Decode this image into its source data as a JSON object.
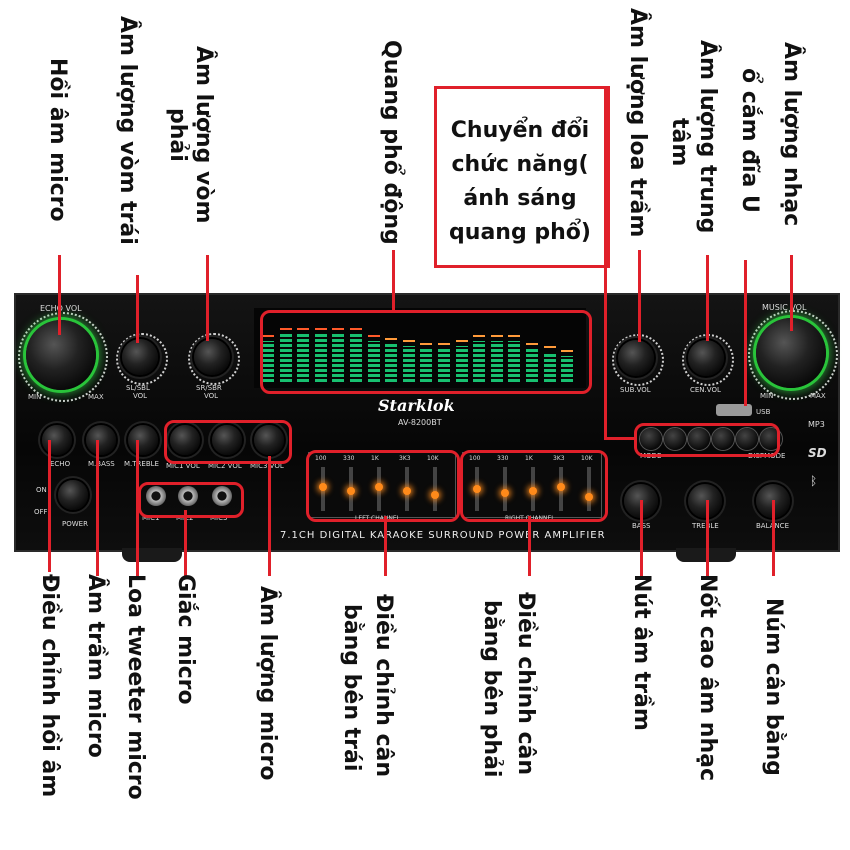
{
  "top_labels": {
    "echo": "Hồi âm micro",
    "sl_vol": "Âm lượng vòm trái",
    "sr_vol_line1": "Âm lượng vòm",
    "sr_vol_line2": "phải",
    "spectrum": "Quang phổ động",
    "function_box": [
      "Chuyển đổi",
      "chức năng(",
      "ánh sáng",
      "quang phổ)"
    ],
    "sub_vol": "Âm lượng loa trầm",
    "cen_vol_line1": "Âm lượng trung",
    "cen_vol_line2": "tâm",
    "music_vol_line1": "Âm lượng nhạc",
    "music_vol_line2": "ổ cắm đĩa U"
  },
  "bottom_labels": {
    "echo_adjust": "Điều chỉnh hồi âm",
    "mic_bass": "Âm trầm micro",
    "mic_treble": "Loa tweeter micro",
    "mic_jack": "Giắc micro",
    "mic_vol": "Âm lượng micro",
    "eq_left_line1": "Điều chỉnh cân",
    "eq_left_line2": "bằng bên trái",
    "eq_right_line1": "Điều chỉnh cân",
    "eq_right_line2": "bằng bên phải",
    "bass": "Nút âm trầm",
    "treble": "Nốt cao âm nhạc",
    "balance": "Núm cân bằng"
  },
  "panel": {
    "echo_vol": "ECHO VOL",
    "music_vol": "MUSIC VOL",
    "min": "MIN",
    "max": "MAX",
    "sl_sbl": "SL/SBL",
    "sr_sbr": "SR/SBR",
    "vol": "VOL",
    "sub_vol": "SUB.VOL",
    "cen_vol": "CEN.VOL",
    "brand": "Starklok",
    "model": "AV-8200BT",
    "usb": "USB",
    "mp3": "MP3",
    "sd": "SD",
    "echo": "ECHO",
    "m_bass": "M.BASS",
    "m_treble": "M.TREBLE",
    "mic1_vol": "MIC1 VOL",
    "mic2_vol": "MIC2 VOL",
    "mic3_vol": "MIC3 VOL",
    "on": "ON",
    "off": "OFF",
    "power": "POWER",
    "mic1": "MIC1",
    "mic2": "MIC2",
    "mic3": "MIC3",
    "mode": "MODE",
    "dispmode": "DISPMODE",
    "bass": "BASS",
    "treble": "TREBLE",
    "balance": "BALANCE",
    "eq_freqs": [
      "100",
      "330",
      "1K",
      "3K3",
      "10K"
    ],
    "left_channel": "LEFT CHANNEL",
    "right_channel": "RIGHT CHANNEL",
    "footer": "7.1CH DIGITAL KARAOKE SURROUND POWER AMPLIFIER"
  },
  "spectrum_levels": [
    0.62,
    0.72,
    0.72,
    0.72,
    0.72,
    0.72,
    0.62,
    0.58,
    0.55,
    0.5,
    0.5,
    0.55,
    0.62,
    0.62,
    0.62,
    0.5,
    0.45,
    0.4
  ]
}
